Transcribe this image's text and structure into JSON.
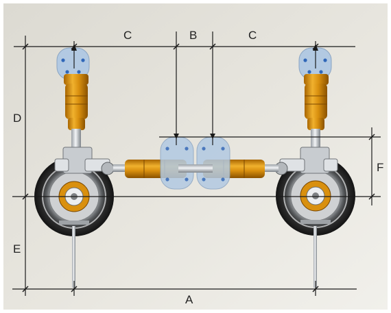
{
  "diagram": {
    "labels": {
      "A": "A",
      "B": "B",
      "C_left": "C",
      "C_right": "C",
      "D": "D",
      "E": "E",
      "F": "F"
    },
    "colors": {
      "background": "#e3e1da",
      "dimension_line": "#1a1a1a",
      "cylinder": "#d9900f",
      "cylinder_dark": "#a86500",
      "bracket_plate": "#a9c3df",
      "bolt": "#2f66b8",
      "wheel_dark": "#2a2a2a",
      "metal": "#c8ccd0"
    }
  }
}
